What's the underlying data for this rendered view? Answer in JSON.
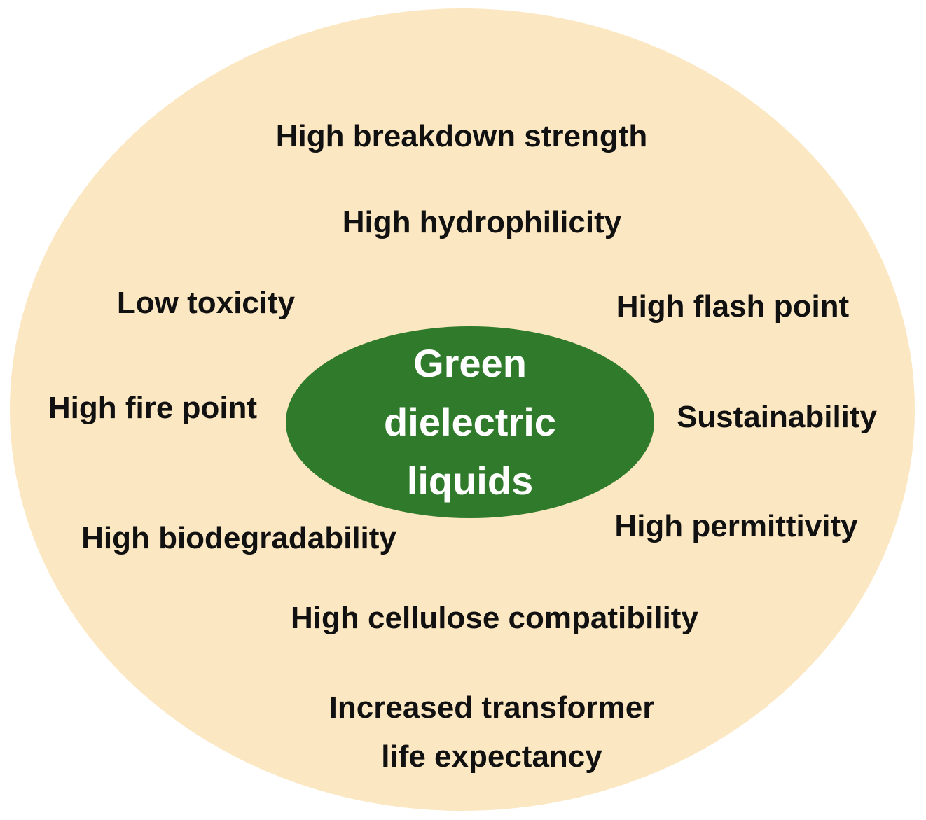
{
  "diagram": {
    "center_lines": [
      "Green",
      "dielectric",
      "liquids"
    ],
    "properties": [
      "High breakdown strength",
      "High hydrophilicity",
      "Low toxicity",
      "High flash point",
      "High fire point",
      "Sustainability",
      "High biodegradability",
      "High permittivity",
      "High cellulose compatibility"
    ],
    "bottom_lines": [
      "Increased transformer",
      "life expectancy"
    ]
  },
  "colors": {
    "outer_fill": "#fbe7c1",
    "center_fill": "#2f7a2b",
    "center_text": "#ffffff",
    "text": "#111111"
  }
}
